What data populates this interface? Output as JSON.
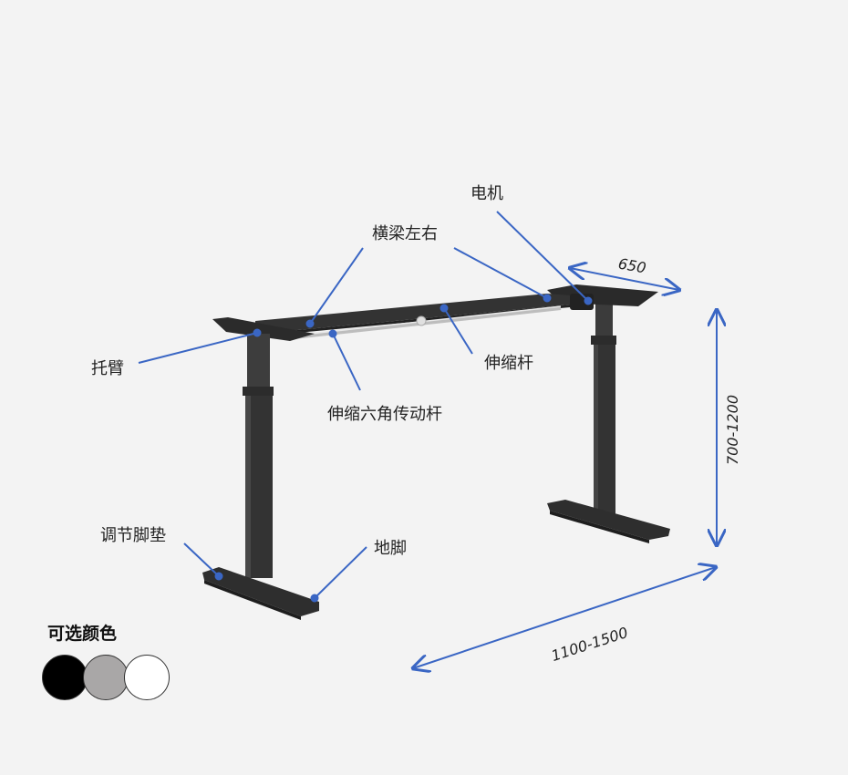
{
  "labels": {
    "motor": "电机",
    "crossbeam": "横梁左右",
    "arm": "托臂",
    "telescopic_rod": "伸缩杆",
    "hex_drive_rod": "伸缩六角传动杆",
    "adjustable_pad": "调节脚垫",
    "foot": "地脚"
  },
  "dimensions": {
    "depth": "650",
    "height": "700-1200",
    "width": "1100-1500"
  },
  "colors": {
    "title": "可选颜色",
    "options": [
      "#000000",
      "#a9a7a7",
      "#ffffff"
    ]
  },
  "accent_color": "#3a66c4"
}
